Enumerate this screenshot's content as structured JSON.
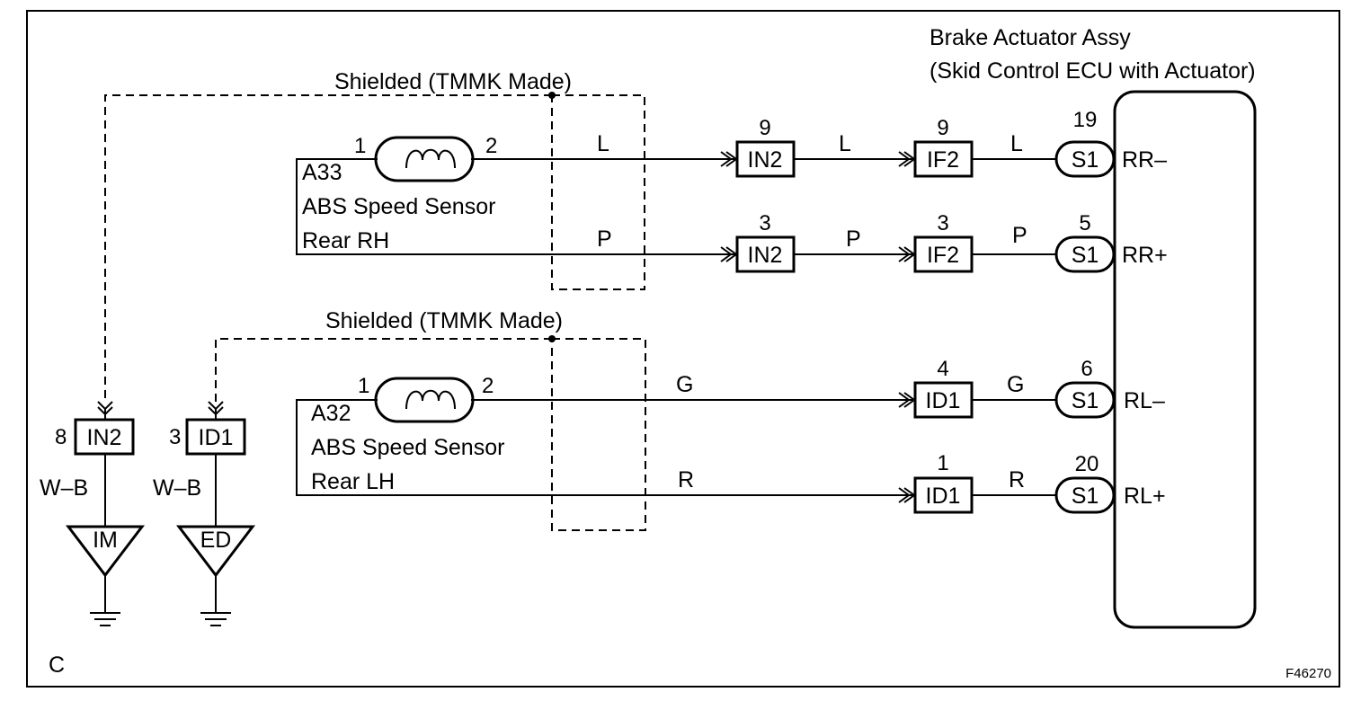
{
  "actuator": {
    "title": "Brake Actuator Assy",
    "subtitle": "(Skid Control ECU with Actuator)"
  },
  "shield": {
    "upper": "Shielded (TMMK Made)",
    "lower": "Shielded (TMMK Made)"
  },
  "sensors": {
    "rh": {
      "code": "A33",
      "name": "ABS Speed Sensor",
      "position": "Rear RH",
      "pin_left": "1",
      "pin_right": "2"
    },
    "lh": {
      "code": "A32",
      "name": "ABS Speed Sensor",
      "position": "Rear LH",
      "pin_left": "1",
      "pin_right": "2"
    }
  },
  "circuits": [
    {
      "wire1": "L",
      "c1_pin": "9",
      "c1": "IN2",
      "wire2": "L",
      "c2_pin": "9",
      "c2": "IF2",
      "wire3": "L",
      "s_pin": "19",
      "s": "S1",
      "signal": "RR–"
    },
    {
      "wire1": "P",
      "c1_pin": "3",
      "c1": "IN2",
      "wire2": "P",
      "c2_pin": "3",
      "c2": "IF2",
      "wire3": "P",
      "s_pin": "5",
      "s": "S1",
      "signal": "RR+"
    },
    {
      "wire1": "G",
      "c2_pin": "4",
      "c2": "ID1",
      "wire3": "G",
      "s_pin": "6",
      "s": "S1",
      "signal": "RL–"
    },
    {
      "wire1": "R",
      "c2_pin": "1",
      "c2": "ID1",
      "wire3": "R",
      "s_pin": "20",
      "s": "S1",
      "signal": "RL+"
    }
  ],
  "grounds": [
    {
      "pin": "8",
      "connector": "IN2",
      "wire": "W–B",
      "point": "IM"
    },
    {
      "pin": "3",
      "connector": "ID1",
      "wire": "W–B",
      "point": "ED"
    }
  ],
  "footer": {
    "corner": "C",
    "figure_id": "F46270"
  }
}
